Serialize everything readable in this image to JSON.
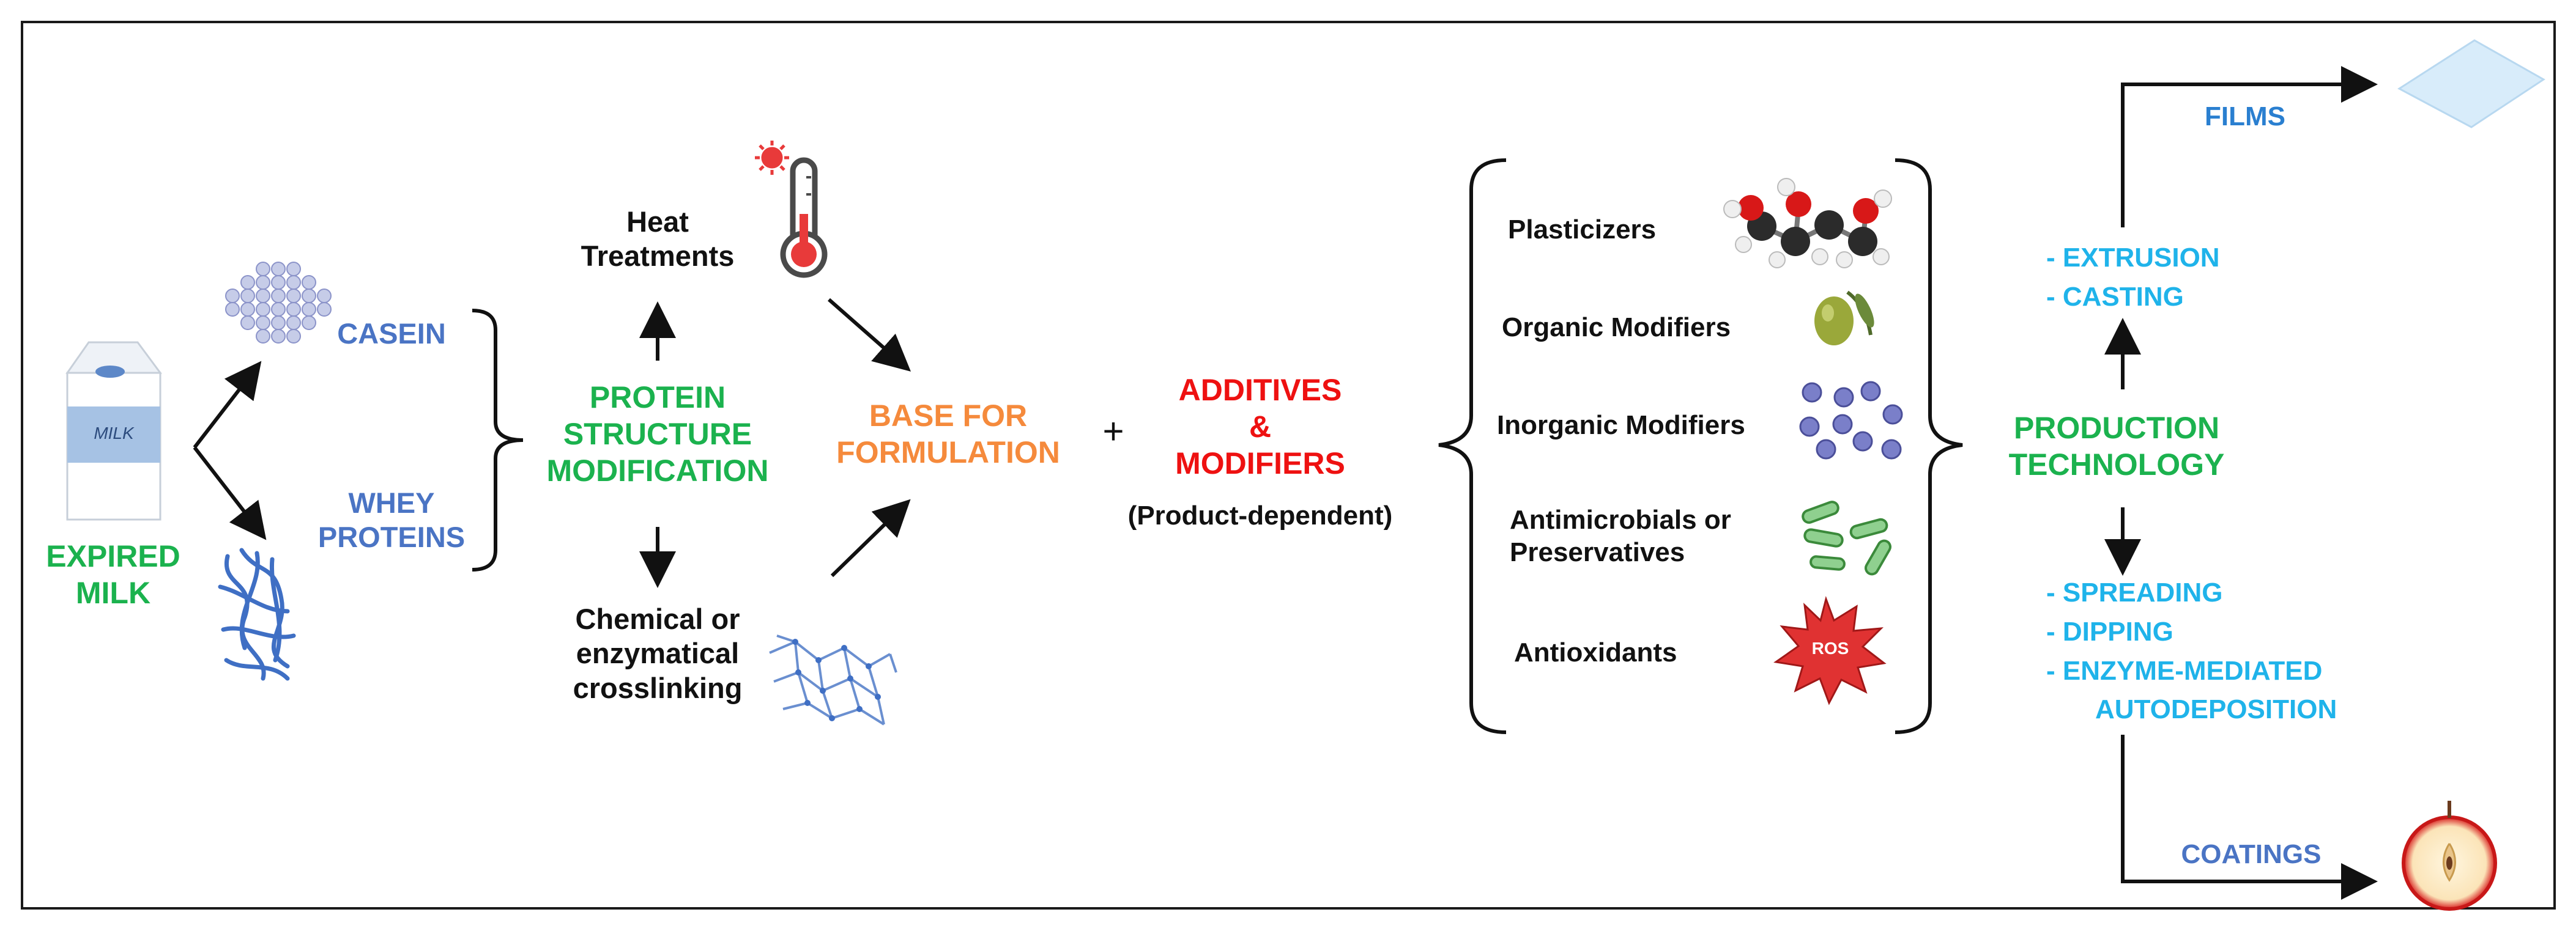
{
  "labels": {
    "expired_milk": "EXPIRED\nMILK",
    "milk_carton": "MILK",
    "casein": "CASEIN",
    "whey_proteins": "WHEY\nPROTEINS",
    "protein_structure_modification": "PROTEIN\nSTRUCTURE\nMODIFICATION",
    "heat_treatments": "Heat\nTreatments",
    "chemical_crosslinking": "Chemical or\nenzymatical\ncrosslinking",
    "base_for_formulation": "BASE FOR\nFORMULATION",
    "plus": "+",
    "additives_modifiers": "ADDITIVES\n&\nMODIFIERS",
    "product_dependent": "(Product-dependent)",
    "production_technology": "PRODUCTION\nTECHNOLOGY",
    "films": "FILMS",
    "coatings": "COATINGS",
    "ros": "ROS"
  },
  "additives": [
    {
      "label": "Plasticizers",
      "icon": "glycerol-molecule-icon"
    },
    {
      "label": "Organic Modifiers",
      "icon": "olive-icon"
    },
    {
      "label": "Inorganic Modifiers",
      "icon": "nanoparticles-icon"
    },
    {
      "label": "Antimicrobials or\nPreservatives",
      "icon": "bacteria-icon"
    },
    {
      "label": "Antioxidants",
      "icon": "ros-burst-icon"
    }
  ],
  "film_methods": [
    "-   EXTRUSION",
    "-   CASTING"
  ],
  "coating_methods": [
    "-   SPREADING",
    "-   DIPPING",
    "-   ENZYME-MEDIATED",
    "AUTODEPOSITION"
  ],
  "colors": {
    "green": "#1bb24e",
    "blue": "#4a74c4",
    "orange": "#f58a3c",
    "red": "#ee1111",
    "cyan": "#1fb3ea",
    "black": "#111111"
  }
}
